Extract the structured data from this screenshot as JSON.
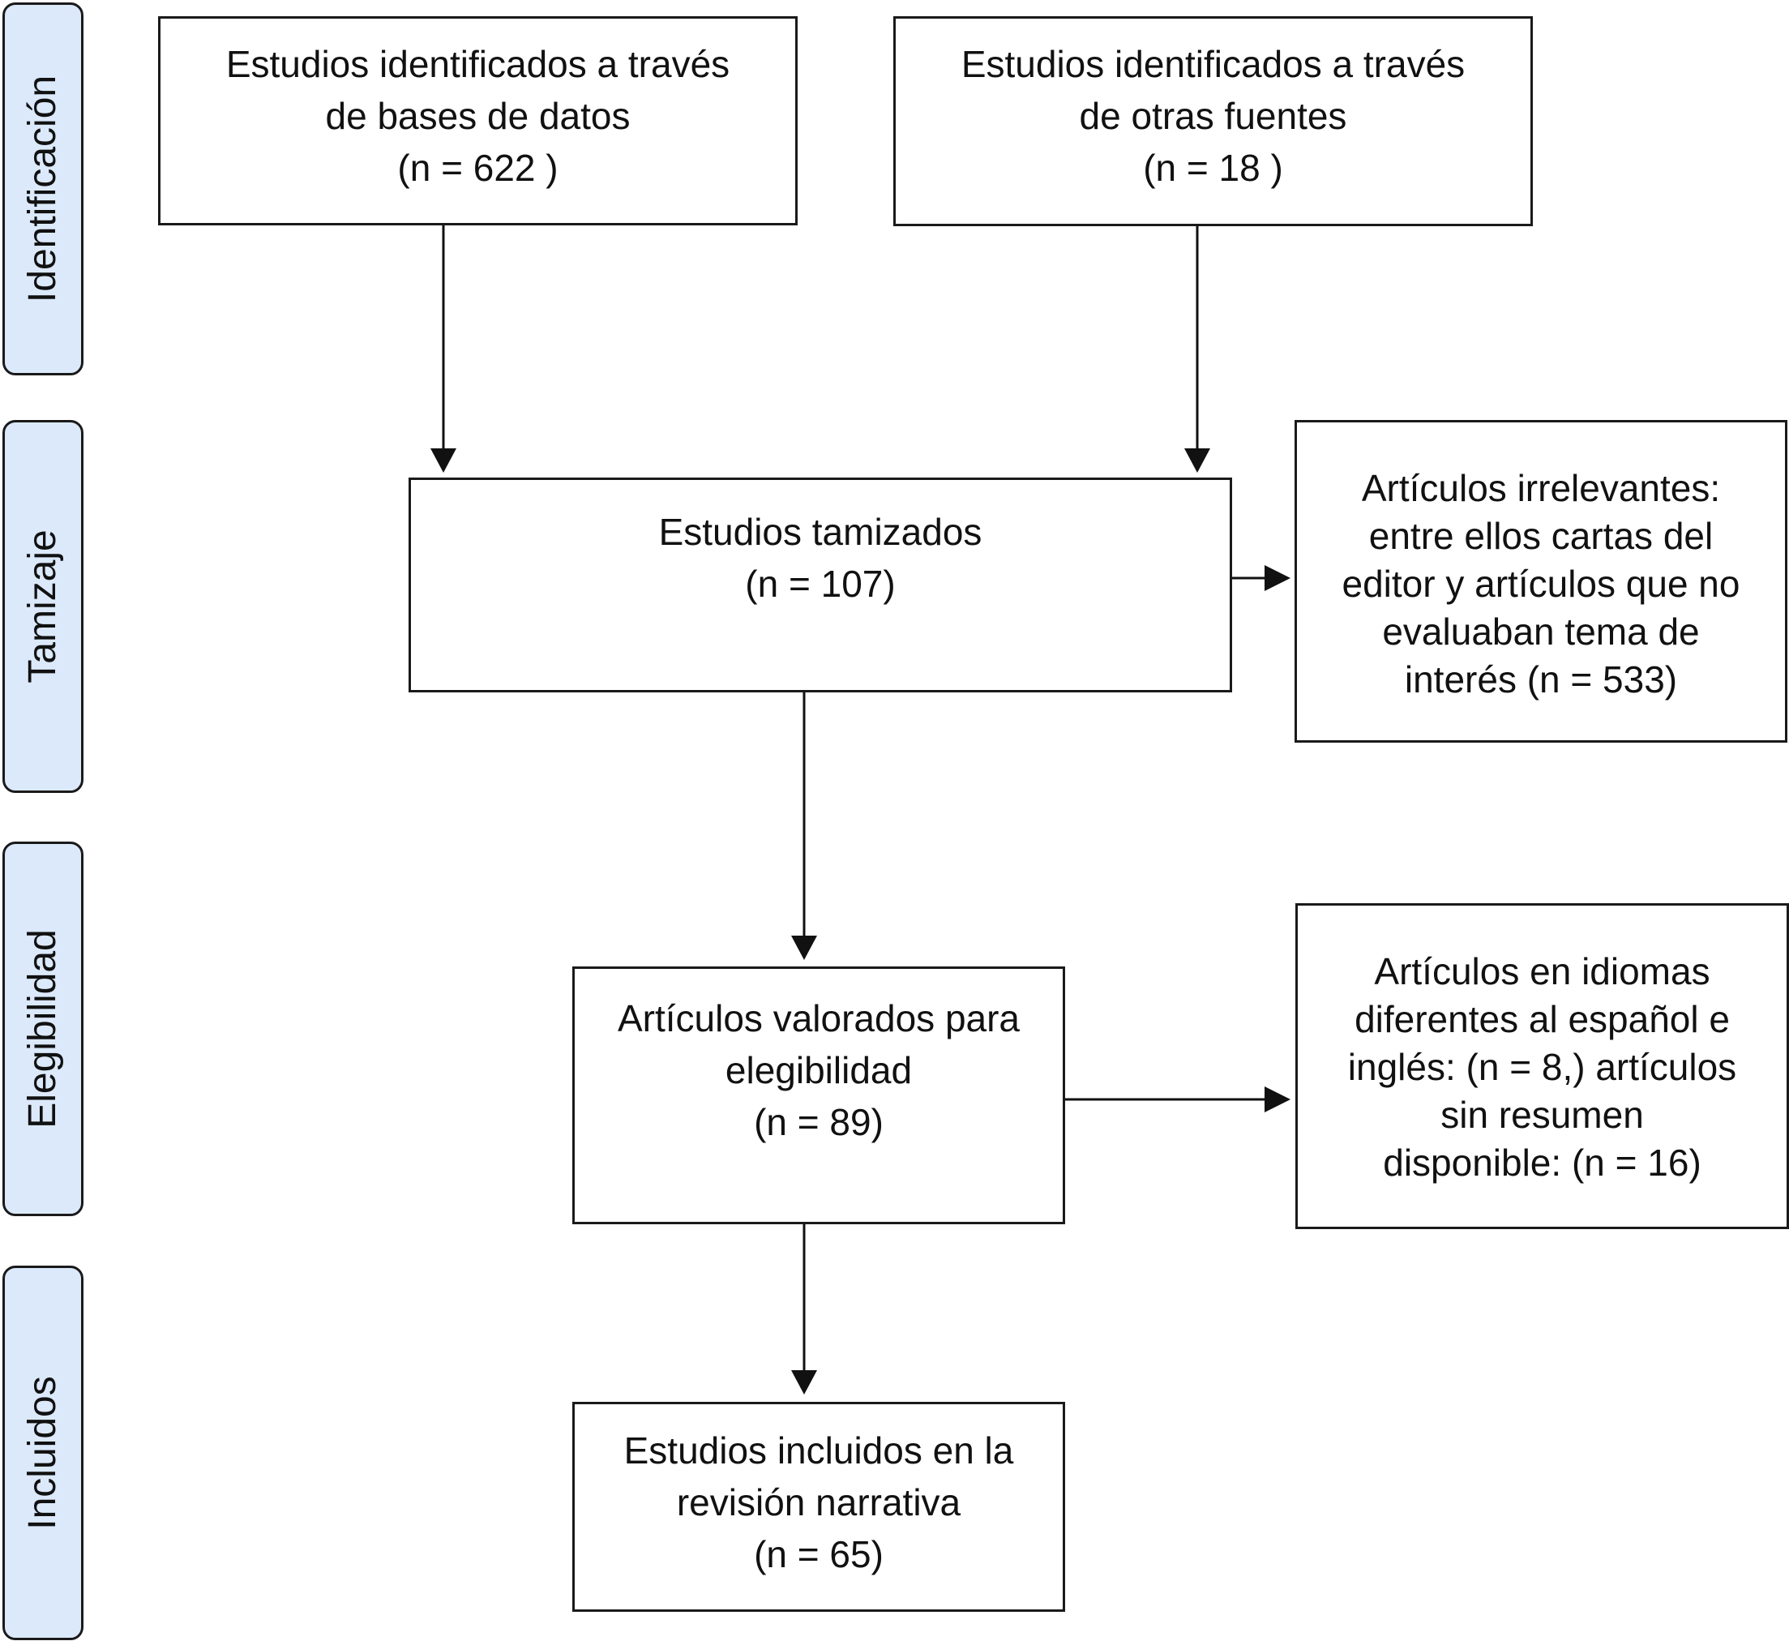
{
  "stages": {
    "identificacion": "Identificación",
    "tamizaje": "Tamizaje",
    "elegibilidad": "Elegibilidad",
    "incluidos": "Incluidos"
  },
  "boxes": {
    "databases": [
      "Estudios identificados a través",
      "de bases de datos",
      "(n = 622 )"
    ],
    "other_sources": [
      "Estudios identificados a través",
      "de otras fuentes",
      "(n = 18 )"
    ],
    "screened": [
      "Estudios tamizados",
      "(n = 107)"
    ],
    "excluded_irrelevant": [
      "Artículos irrelevantes:",
      "entre ellos cartas del",
      "editor y artículos que no",
      "evaluaban tema de",
      "interés (n = 533)"
    ],
    "eligibility": [
      "Artículos valorados para",
      "elegibilidad",
      "(n = 89)"
    ],
    "excluded_language": [
      "Artículos en idiomas",
      "diferentes al español e",
      "inglés: (n = 8,) artículos",
      "sin resumen",
      "disponible: (n = 16)"
    ],
    "included": [
      "Estudios incluidos en la",
      "revisión narrativa",
      "(n = 65)"
    ]
  }
}
